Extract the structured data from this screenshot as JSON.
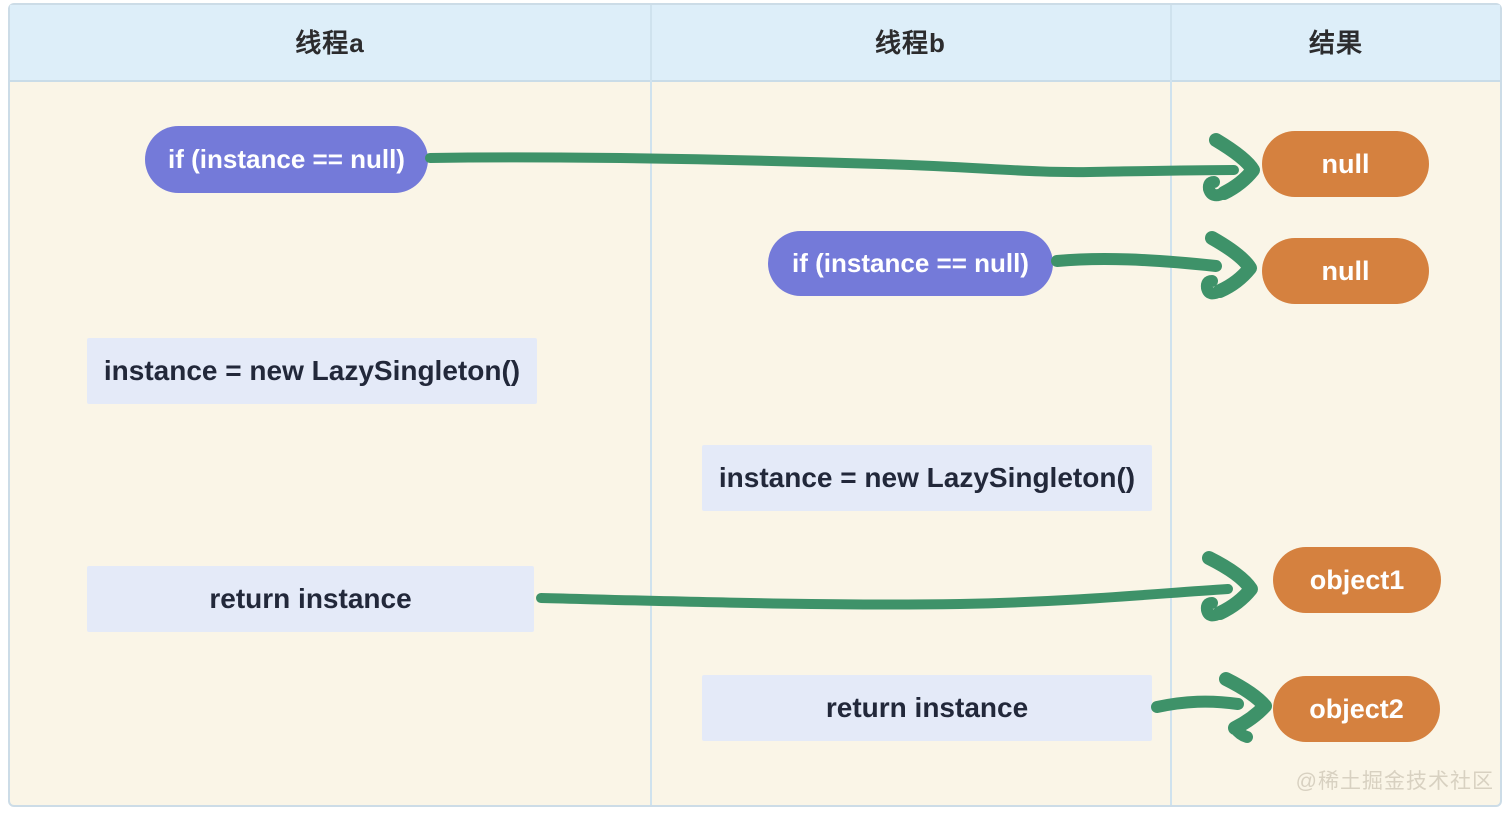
{
  "header": {
    "columns": [
      "线程a",
      "线程b",
      "结果"
    ]
  },
  "nodes": {
    "a_check": "if (instance == null)",
    "b_check": "if (instance == null)",
    "a_create": "instance = new LazySingleton()",
    "b_create": "instance = new LazySingleton()",
    "a_return": "return instance",
    "b_return": "return instance",
    "result_null_a": "null",
    "result_null_b": "null",
    "result_object_a": "object1",
    "result_object_b": "object2"
  },
  "arrows": [
    {
      "from": "a_check",
      "to": "result_null_a"
    },
    {
      "from": "b_check",
      "to": "result_null_b"
    },
    {
      "from": "a_return",
      "to": "result_object_a"
    },
    {
      "from": "b_return",
      "to": "result_object_b"
    }
  ],
  "colors": {
    "header_bg": "#ddeef9",
    "body_bg": "#faf5e7",
    "condition_pill": "#747ad9",
    "result_pill": "#d5813f",
    "statement_box": "#e4eaf8",
    "statement_text": "#22283a",
    "arrow_green": "#3e9269"
  },
  "watermark": "@稀土掘金技术社区"
}
